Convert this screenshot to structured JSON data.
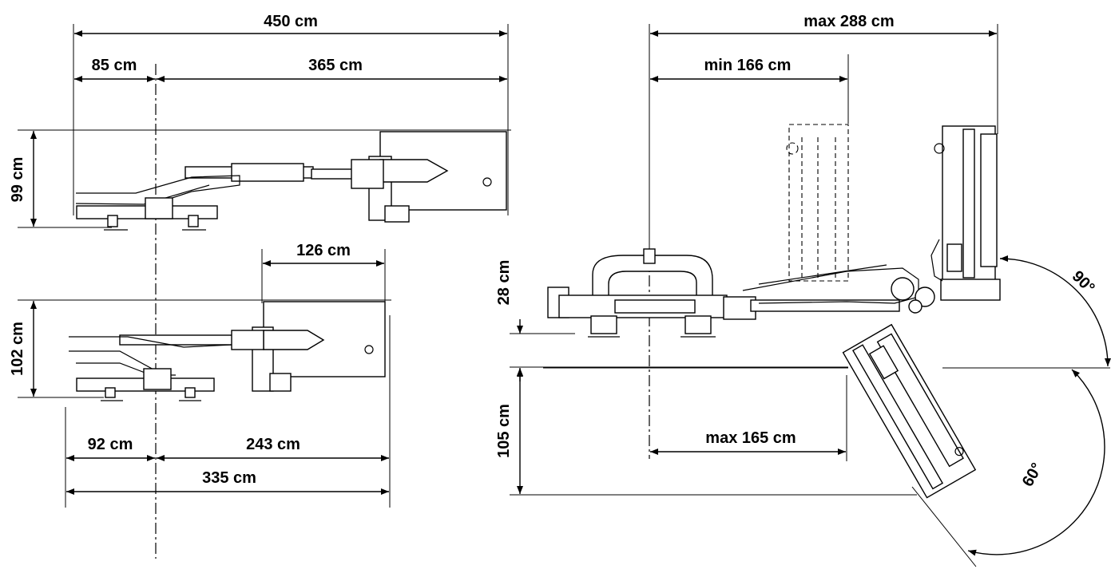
{
  "dimensions": {
    "top_view": {
      "total_width": "450 cm",
      "offset_left": "85 cm",
      "reach": "365 cm",
      "height": "99 cm"
    },
    "bottom_view": {
      "head_width": "126 cm",
      "height": "102 cm",
      "offset_left": "92 cm",
      "reach": "243 cm",
      "total_width": "335 cm"
    },
    "rear_view": {
      "max_width": "max 288 cm",
      "min_width": "min 166 cm",
      "height_above": "28 cm",
      "depth_below": "105 cm",
      "max_reach_below": "max 165 cm",
      "angle_up": "90°",
      "angle_down": "60°"
    }
  }
}
